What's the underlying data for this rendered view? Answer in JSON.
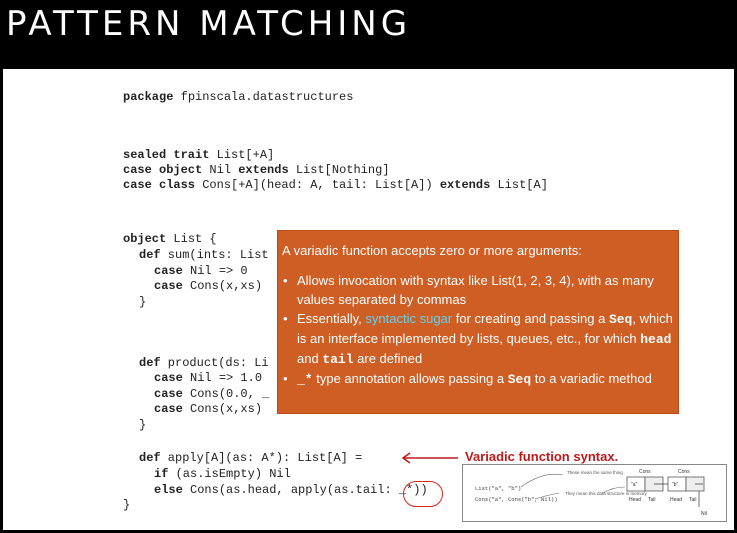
{
  "title": "PATTERN MATCHING",
  "code": {
    "l1_kw": "package",
    "l1_rest": " fpinscala.datastructures",
    "l2_a": "sealed trait",
    "l2_b": " List[+A]",
    "l3_a": "case object",
    "l3_b": " Nil ",
    "l3_c": "extends",
    "l3_d": " List[Nothing]",
    "l4_a": "case class",
    "l4_b": " Cons[+A](head: A, tail: List[A]) ",
    "l4_c": "extends",
    "l4_d": " List[A]",
    "l5_a": "object",
    "l5_b": " List {",
    "l6_a": "def",
    "l6_b": " sum(ints: List",
    "l7_a": "case",
    "l7_b": " Nil => 0",
    "l8_a": "case",
    "l8_b": " Cons(x,xs)",
    "l9": "}",
    "l10_a": "def",
    "l10_b": " product(ds: Li",
    "l11_a": "case",
    "l11_b": " Nil => 1.0",
    "l12_a": "case",
    "l12_b": " Cons(0.0, _",
    "l13_a": "case",
    "l13_b": " Cons(x,xs)",
    "l14": "}",
    "l15_a": "def",
    "l15_b": " apply[A](as: A*): List[A] =",
    "l16_a": "if",
    "l16_b": " (as.isEmpty) Nil",
    "l17_a": "else",
    "l17_b": " Cons(as.head, apply(as.tail: _*))",
    "l18": "}"
  },
  "callout": {
    "heading": "A variadic function accepts zero or more arguments:",
    "b1": "Allows invocation with syntax like List(1, 2, 3, 4), with as many values separated by commas",
    "b2_pre": "Essentially, ",
    "b2_link": "syntactic sugar",
    "b2_mid": " for creating and passing a ",
    "b2_seq": "Seq",
    "b2_mid2": ", which is an interface implemented by lists, queues, etc., for which ",
    "b2_head": "head",
    "b2_and": " and ",
    "b2_tail": "tail",
    "b2_end": " are defined",
    "b3_code": "_*",
    "b3_mid": " type annotation allows passing a ",
    "b3_seq": "Seq",
    "b3_end": " to a variadic method"
  },
  "annotation": "Variadic function syntax.",
  "diagram": {
    "left_l1": "List(\"a\", \"b\")",
    "left_l2": "Cons(\"a\", Cons(\"b\", Nil))",
    "note1": "These mean the same thing",
    "note2": "They mean this data structure in memory",
    "cons1": "Cons",
    "cons2": "Cons",
    "cell1": "\"a\"",
    "cell2": "\"b\"",
    "head1": "Head",
    "tail1": "Tail",
    "head2": "Head",
    "tail2": "Tail",
    "nil": "Nil"
  }
}
